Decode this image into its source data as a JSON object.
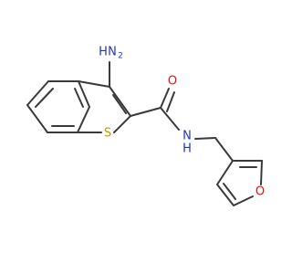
{
  "molecule": {
    "colors": {
      "bond": "#3a3a3a",
      "nitrogen": "#2233cc",
      "oxygen": "#dd1111",
      "sulfur": "#b8a000"
    },
    "labels": {
      "amine_h": "H",
      "amine_n": "N",
      "amine_sub": "2",
      "carbonyl_o": "O",
      "amide_n": "N",
      "amide_h": "H",
      "thiophene_s": "S",
      "furan_o": "O"
    }
  }
}
